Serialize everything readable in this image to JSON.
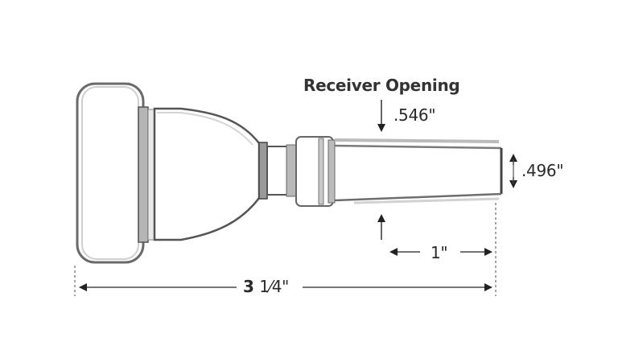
{
  "diagram": {
    "subject": "Mouthpiece",
    "labels": {
      "receiver_opening_title": "Receiver Opening",
      "receiver_opening_value": ".546\"",
      "tip_diameter": ".496\"",
      "shank_length": "1\"",
      "overall_length_whole": "3",
      "overall_length_fraction": "1⁄4\"",
      "overall_length": "3 1/4\""
    },
    "colors": {
      "outline_dark": "#3a3a3a",
      "outline_mid": "#8c8c8c",
      "outline_light": "#c4c4c4",
      "dimension_line": "#777777",
      "arrow": "#222222",
      "text": "#2a2a2a",
      "background": "#ffffff"
    }
  }
}
